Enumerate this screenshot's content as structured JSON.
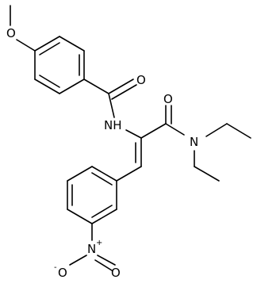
{
  "molecule": {
    "atoms": {
      "methoxy_o": {
        "symbol": "O"
      },
      "amide_o": {
        "symbol": "O"
      },
      "amide_nh": {
        "symbol": "NH"
      },
      "carbonyl_o": {
        "symbol": "O"
      },
      "diethyl_n": {
        "symbol": "N"
      },
      "nitro_n": {
        "symbol": "N",
        "charge": "+"
      },
      "nitro_o_minus": {
        "symbol": "O",
        "charge": "-"
      },
      "nitro_o_top": {
        "symbol": "O"
      }
    }
  }
}
